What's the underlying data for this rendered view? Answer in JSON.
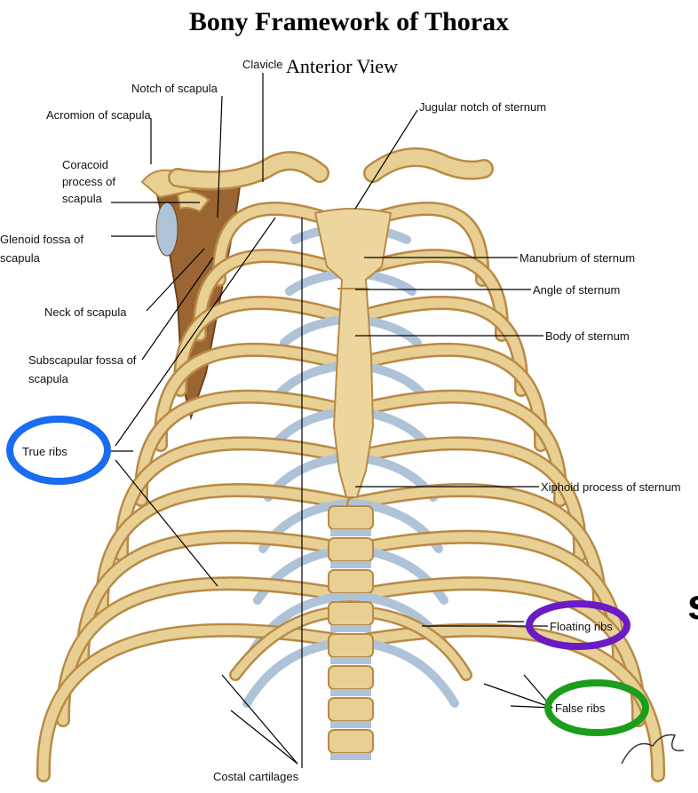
{
  "title": "Bony Framework of Thorax",
  "subtitle": "Anterior View",
  "labels": {
    "clavicle": "Clavicle",
    "notch_scapula": "Notch of scapula",
    "acromion": "Acromion of scapula",
    "coracoid": "Coracoid process of scapula",
    "glenoid": "Glenoid fossa of scapula",
    "neck_scapula": "Neck of scapula",
    "subscapular": "Subscapular fossa of scapula",
    "true_ribs": "True ribs",
    "jugular": "Jugular notch of sternum",
    "manubrium": "Manubrium of sternum",
    "angle": "Angle of sternum",
    "body": "Body of sternum",
    "xiphoid": "Xiphoid process of sternum",
    "floating": "Floating ribs",
    "false_ribs": "False ribs",
    "costal": "Costal cartilages"
  },
  "signature": "F. Netter M.D.",
  "edge_fragment": "s",
  "colors": {
    "bone": "#e8cf94",
    "bone_dark": "#b88a45",
    "cartilage": "#aec3d8",
    "scapula": "#9a6533",
    "highlight_true_ribs": "#1a6cf0",
    "highlight_floating_ribs": "#6a1bc4",
    "highlight_false_ribs": "#1c9e1c"
  }
}
